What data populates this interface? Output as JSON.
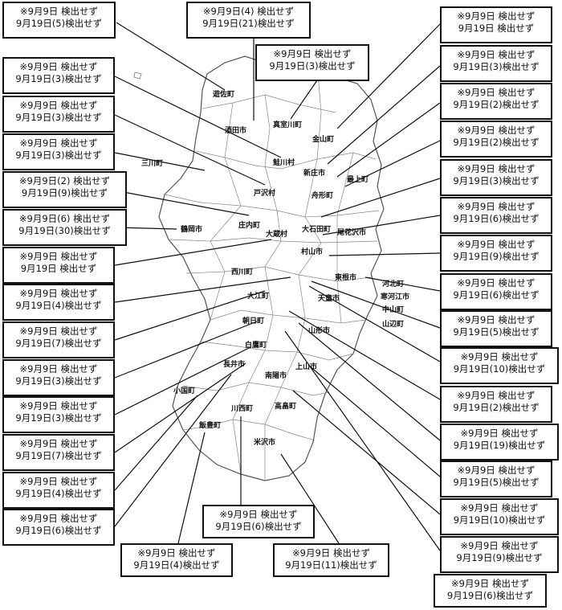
{
  "municipalities": {
    "yuza": "遊佐町",
    "sakata": "酒田市",
    "mamurogawa": "真室川町",
    "kaneyama": "金山町",
    "sakegawa": "鮭川村",
    "mikawa": "三川町",
    "shinjo": "新庄市",
    "mogami": "最上町",
    "tozawa": "戸沢村",
    "funagata": "舟形町",
    "shonai": "庄内町",
    "tsuruoka": "鶴岡市",
    "okura": "大蔵村",
    "obanazawa": "尾花沢市",
    "okuishida": "大石田町",
    "murayama": "村山市",
    "nishikawa": "西川町",
    "higashine": "東根市",
    "kahoku": "河北町",
    "sagae": "寒河江市",
    "oe": "大江町",
    "tendo": "天童市",
    "nakayama": "中山町",
    "yamanobe": "山辺町",
    "asahi": "朝日町",
    "yamagata": "山形市",
    "shirataka": "白鷹町",
    "nagai": "長井市",
    "kaminoyama": "上山市",
    "nanyo": "南陽市",
    "oguni": "小国町",
    "takahata": "高畠町",
    "kawanishi": "川西町",
    "iide": "飯豊町",
    "yonezawa": "米沢市"
  },
  "labels": [
    {
      "l1": "※9月9日 検出せず",
      "l2": "9月19日(5)検出せず"
    },
    {
      "l1": "※9月9日(4) 検出せず",
      "l2": "9月19日(21)検出せず"
    },
    {
      "l1": "※9月9日 検出せず",
      "l2": "9月19日(3)検出せず"
    },
    {
      "l1": "※9月9日 検出せず",
      "l2": "9月19日(3)検出せず"
    },
    {
      "l1": "※9月9日 検出せず",
      "l2": "9月19日(3)検出せず"
    },
    {
      "l1": "※9月9日 検出せず",
      "l2": "9月19日(3)検出せず"
    },
    {
      "l1": "※9月9日(2) 検出せず",
      "l2": "9月19日(9)検出せず"
    },
    {
      "l1": "※9月9日(6) 検出せず",
      "l2": "9月19日(30)検出せず"
    },
    {
      "l1": "※9月9日 検出せず",
      "l2": "9月19日 検出せず"
    },
    {
      "l1": "※9月9日 検出せず",
      "l2": "9月19日(4)検出せず"
    },
    {
      "l1": "※9月9日 検出せず",
      "l2": "9月19日(7)検出せず"
    },
    {
      "l1": "※9月9日 検出せず",
      "l2": "9月19日(3)検出せず"
    },
    {
      "l1": "※9月9日 検出せず",
      "l2": "9月19日(3)検出せず"
    },
    {
      "l1": "※9月9日 検出せず",
      "l2": "9月19日(7)検出せず"
    },
    {
      "l1": "※9月9日 検出せず",
      "l2": "9月19日(4)検出せず"
    },
    {
      "l1": "※9月9日 検出せず",
      "l2": "9月19日(6)検出せず"
    },
    {
      "l1": "※9月9日 検出せず",
      "l2": "9月19日(4)検出せず"
    },
    {
      "l1": "※9月9日 検出せず",
      "l2": "9月19日(6)検出せず"
    },
    {
      "l1": "※9月9日 検出せず",
      "l2": "9月19日(11)検出せず"
    },
    {
      "l1": "※9月9日 検出せず",
      "l2": "9月19日(6)検出せず"
    },
    {
      "l1": "※9月9日 検出せず",
      "l2": "9月19日 検出せず"
    },
    {
      "l1": "※9月9日 検出せず",
      "l2": "9月19日(3)検出せず"
    },
    {
      "l1": "※9月9日 検出せず",
      "l2": "9月19日(2)検出せず"
    },
    {
      "l1": "※9月9日 検出せず",
      "l2": "9月19日(2)検出せず"
    },
    {
      "l1": "※9月9日 検出せず",
      "l2": "9月19日(3)検出せず"
    },
    {
      "l1": "※9月9日 検出せず",
      "l2": "9月19日(6)検出せず"
    },
    {
      "l1": "※9月9日 検出せず",
      "l2": "9月19日(9)検出せず"
    },
    {
      "l1": "※9月9日 検出せず",
      "l2": "9月19日(6)検出せず"
    },
    {
      "l1": "※9月9日 検出せず",
      "l2": "9月19日(5)検出せず"
    },
    {
      "l1": "※9月9日 検出せず",
      "l2": "9月19日(10)検出せず"
    },
    {
      "l1": "※9月9日 検出せず",
      "l2": "9月19日(2)検出せず"
    },
    {
      "l1": "※9月9日 検出せず",
      "l2": "9月19日(19)検出せず"
    },
    {
      "l1": "※9月9日 検出せず",
      "l2": "9月19日(5)検出せず"
    },
    {
      "l1": "※9月9日 検出せず",
      "l2": "9月19日(10)検出せず"
    },
    {
      "l1": "※9月9日 検出せず",
      "l2": "9月19日(9)検出せず"
    }
  ]
}
